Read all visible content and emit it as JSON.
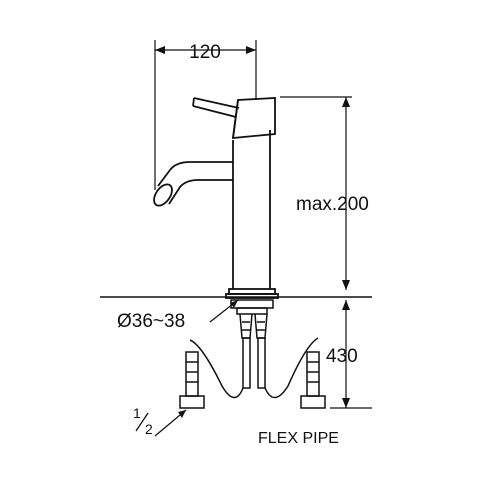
{
  "drawing": {
    "dimensions": {
      "spout_reach": "120",
      "max_height": "max.200",
      "hole_diameter": "Ø36~38",
      "hose_length": "430"
    },
    "labels": {
      "thread_whole": "1",
      "thread_fraction": "2",
      "flex_pipe": "FLEX PIPE"
    },
    "colors": {
      "line": "#111111",
      "background": "#ffffff"
    }
  }
}
